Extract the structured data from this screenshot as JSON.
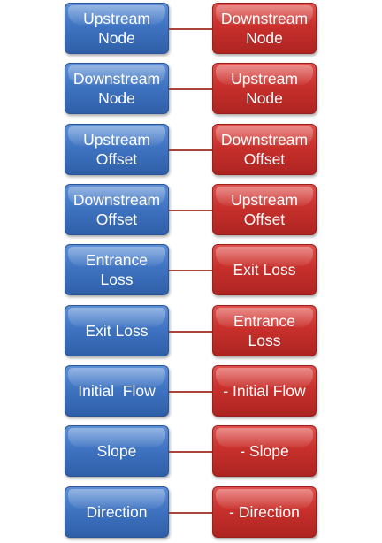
{
  "pairs": [
    {
      "left": "Upstream\nNode",
      "right": "Downstream\nNode"
    },
    {
      "left": "Downstream\nNode",
      "right": "Upstream\nNode"
    },
    {
      "left": "Upstream\nOffset",
      "right": "Downstream\nOffset"
    },
    {
      "left": "Downstream\nOffset",
      "right": "Upstream\nOffset"
    },
    {
      "left": "Entrance\nLoss",
      "right": "Exit Loss"
    },
    {
      "left": "Exit Loss",
      "right": "Entrance\nLoss"
    },
    {
      "left": "Initial  Flow",
      "right": "- Initial Flow"
    },
    {
      "left": "Slope",
      "right": "- Slope"
    },
    {
      "left": "Direction",
      "right": "- Direction"
    }
  ],
  "colors": {
    "left_box": "#3f74c2",
    "right_box": "#c8302c",
    "connector": "#a9453c"
  }
}
